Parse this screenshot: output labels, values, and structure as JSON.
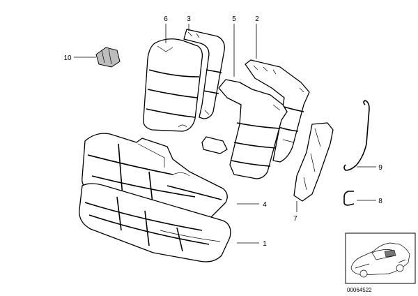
{
  "callouts": [
    {
      "id": "1",
      "text": "1"
    },
    {
      "id": "2",
      "text": "2"
    },
    {
      "id": "3",
      "text": "3"
    },
    {
      "id": "4",
      "text": "4"
    },
    {
      "id": "5",
      "text": "5"
    },
    {
      "id": "6",
      "text": "6"
    },
    {
      "id": "7",
      "text": "7"
    },
    {
      "id": "8",
      "text": "8"
    },
    {
      "id": "9",
      "text": "9"
    },
    {
      "id": "10",
      "text": "10"
    }
  ],
  "reference_code": "00064522"
}
